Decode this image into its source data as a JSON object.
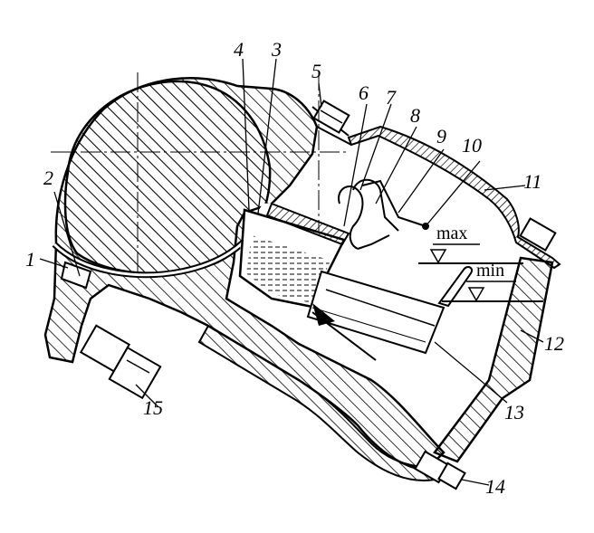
{
  "diagram": {
    "part_numbers": [
      "1",
      "2",
      "3",
      "4",
      "5",
      "6",
      "7",
      "8",
      "9",
      "10",
      "11",
      "12",
      "13",
      "14",
      "15"
    ],
    "level_labels": {
      "max": "max",
      "min": "min"
    }
  }
}
